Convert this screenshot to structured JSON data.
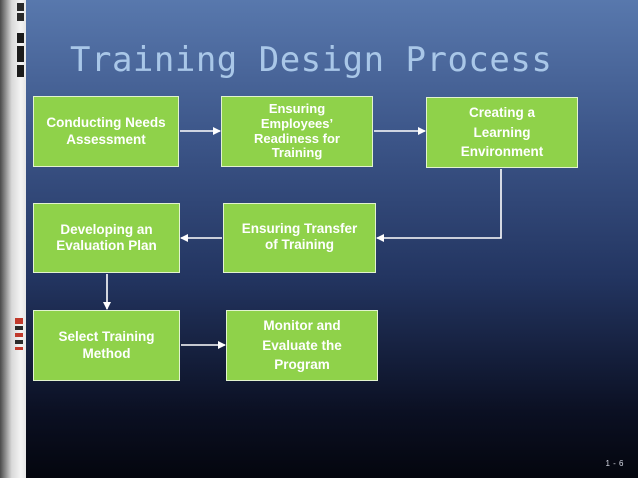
{
  "title": "Training Design Process",
  "steps": [
    {
      "id": "needs",
      "label": "Conducting Needs\nAssessment"
    },
    {
      "id": "readiness",
      "label": "Ensuring\nEmployees’\nReadiness for\nTraining"
    },
    {
      "id": "environment",
      "label": "Creating a\nLearning\nEnvironment"
    },
    {
      "id": "transfer",
      "label": "Ensuring Transfer\nof Training"
    },
    {
      "id": "evaluation",
      "label": "Developing an\nEvaluation Plan"
    },
    {
      "id": "method",
      "label": "Select Training\nMethod"
    },
    {
      "id": "monitor",
      "label": "Monitor and\nEvaluate the\nProgram"
    }
  ],
  "page_number": "1 - 6",
  "colors": {
    "box_fill": "#8fd24a",
    "box_border": "#e2f3cf",
    "title_text": "#a9c7e8",
    "arrow": "#ffffff"
  }
}
